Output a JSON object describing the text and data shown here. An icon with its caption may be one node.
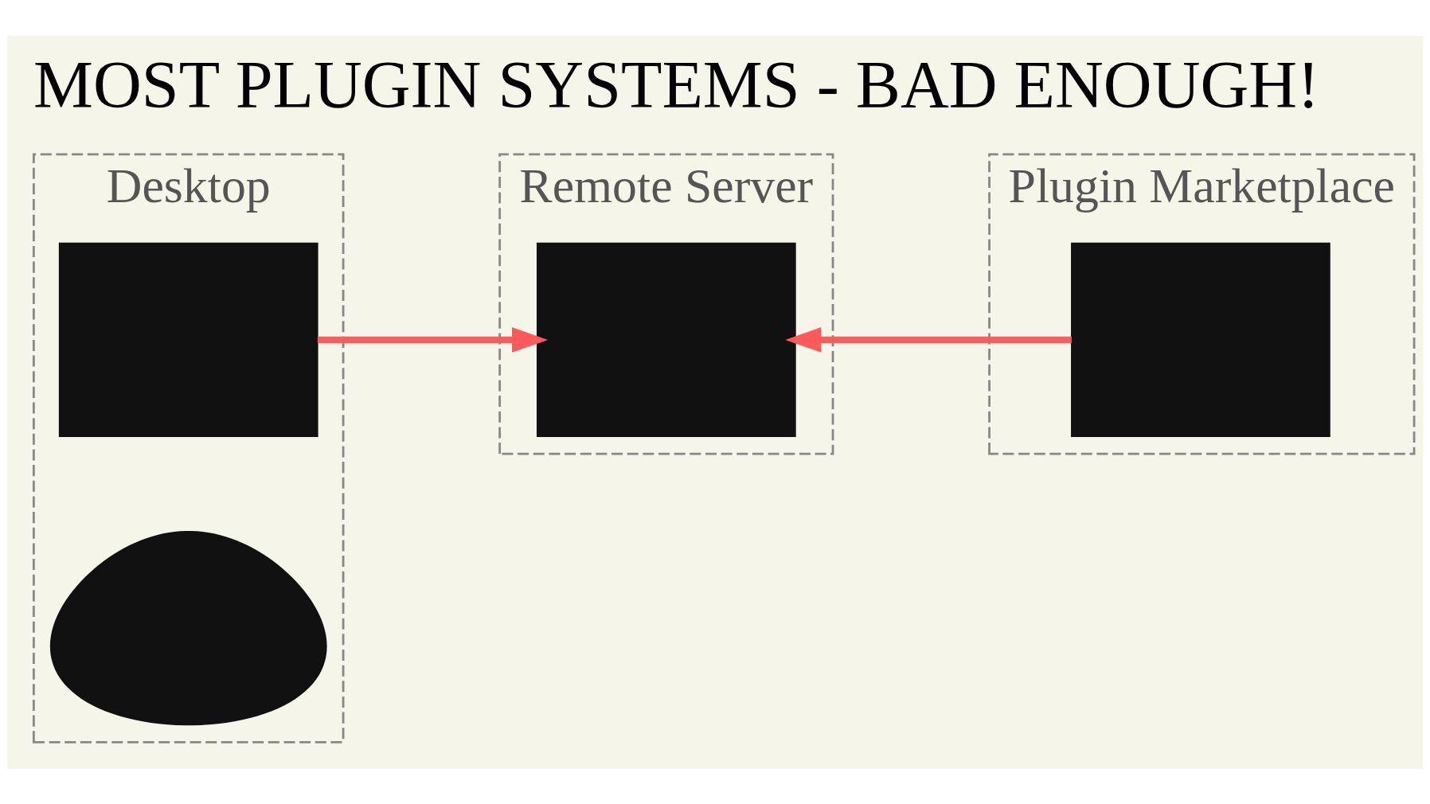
{
  "diagram": {
    "title": "MOST PLUGIN SYSTEMS - BAD ENOUGH!",
    "nodes": [
      {
        "text": [
          "Desktop"
        ]
      },
      {
        "text": [],
        "shape": "box",
        "in": 0
      },
      {
        "text": [],
        "shape": "person",
        "in": 0
      },
      {
        "text": [
          "Remote Server"
        ]
      },
      {
        "text": [],
        "shape": "box",
        "in": 3
      },
      {
        "text": [
          "Plugin Marketplace"
        ]
      },
      {
        "text": [],
        "shape": "box",
        "in": 5
      }
    ],
    "edges": [
      {
        "from": 1,
        "to": 4,
        "arrow": "to",
        "color": "#ff5a5a"
      },
      {
        "from": 6,
        "to": 4,
        "arrow": "to",
        "color": "#ff5a5a"
      }
    ]
  }
}
